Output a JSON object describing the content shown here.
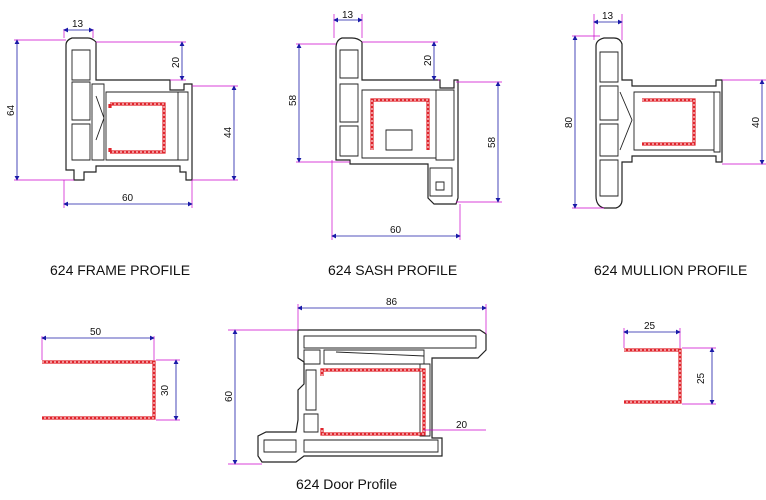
{
  "captions": {
    "frame": "624 FRAME PROFILE",
    "sash": "624 SASH PROFILE",
    "mullion": "624 MULLION PROFILE",
    "door": "624 Door Profile"
  },
  "dimensions": {
    "frame": {
      "top": "13",
      "left": "64",
      "upper_right": "20",
      "right": "44",
      "bottom": "60"
    },
    "sash": {
      "top": "13",
      "left": "58",
      "upper_right": "20",
      "right": "58",
      "bottom": "60"
    },
    "mullion": {
      "top": "13",
      "left": "80",
      "right": "40"
    },
    "steel_a": {
      "width": "50",
      "height": "30"
    },
    "door": {
      "width": "86",
      "height": "60",
      "inner": "20"
    },
    "steel_b": {
      "width": "25",
      "height": "25"
    }
  },
  "colors": {
    "steel": "#e0242c",
    "dimension_line": "#1a1aa8",
    "extension_line": "#cc00cc",
    "outline": "#222222"
  }
}
